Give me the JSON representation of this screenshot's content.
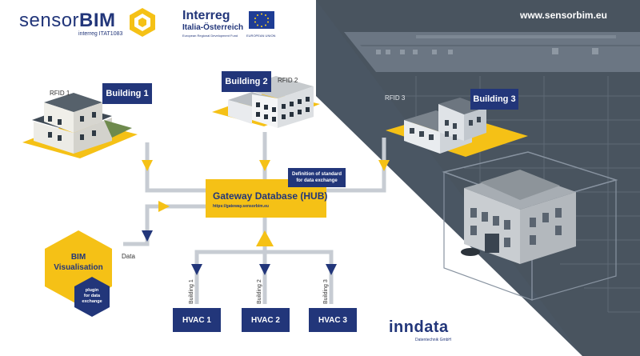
{
  "header": {
    "brand_name": "sensor",
    "brand_name_bold": "BIM",
    "brand_sub": "interreg ITAT1083",
    "interreg_title": "Interreg",
    "interreg_region": "Italia-Österreich",
    "interreg_fund": "European Regional Development Fund",
    "eu_label": "EUROPEAN UNION",
    "website": "www.sensorbim.eu"
  },
  "buildings": [
    {
      "label": "Building 1",
      "rfid": "RFID 1"
    },
    {
      "label": "Building 2",
      "rfid": "RFID 2"
    },
    {
      "label": "Building 3",
      "rfid": "RFID 3"
    }
  ],
  "hub": {
    "title": "Gateway Database (HUB)",
    "url": "https://gateway.sensorbim.eu",
    "standard_note": "Definition of standard for data exchange"
  },
  "bim": {
    "title_line1": "BIM",
    "title_line2": "Visualisation",
    "data_label": "Data",
    "plugin_line1": "plugin",
    "plugin_line2": "for data",
    "plugin_line3": "exchange"
  },
  "hvac": [
    {
      "label": "HVAC 1",
      "building": "Building 1"
    },
    {
      "label": "HVAC 2",
      "building": "Building 2"
    },
    {
      "label": "HVAC 3",
      "building": "Building 3"
    }
  ],
  "footer": {
    "company": "inndata",
    "company_sub": "Datentechnik GmbH"
  },
  "colors": {
    "navy": "#22367a",
    "yellow": "#f5c116",
    "connector": "#c7ccd3",
    "dark_panel": "#4a5663"
  }
}
